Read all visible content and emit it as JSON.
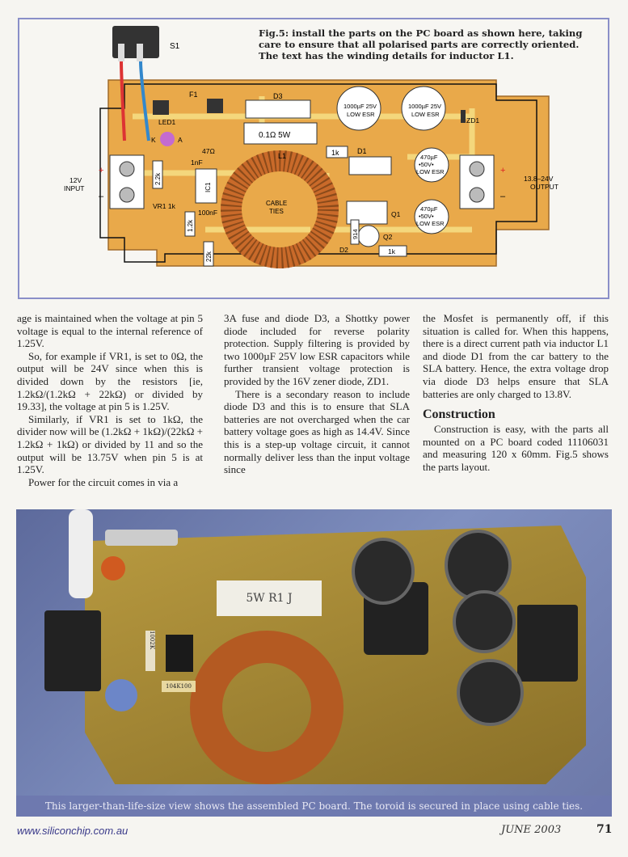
{
  "figure": {
    "caption": [
      "Fig.5: install the parts on the PC board as shown here, taking",
      "care to ensure that all polarised parts are correctly oriented.",
      "The text has the winding details for inductor L1."
    ],
    "labels": {
      "s1": "S1",
      "f1": "F1",
      "d3": "D3",
      "led1": "LED1",
      "k": "K",
      "a": "A",
      "r01": "0.1Ω 5W",
      "r47": "47Ω",
      "c1nf": "1nF",
      "r22k2": "2.2k",
      "ic1": "IC1",
      "l1": "L1",
      "r1k_top": "1k",
      "d1": "D1",
      "c1000": "1000µF 25V",
      "low_esr": "LOW ESR",
      "zd1": "ZD1",
      "c470": "470µF",
      "v50": "•50V•",
      "input_v": "12V",
      "input": "INPUT",
      "output_v": "13.8–24V",
      "output": "OUTPUT",
      "plus": "+",
      "minus": "–",
      "cable": "CABLE",
      "ties": "TIES",
      "vr1": "VR1 1k",
      "r12k": "1.2k",
      "c100n": "100nF",
      "r22k": "22k",
      "q1": "Q1",
      "q2": "Q2",
      "d2": "D2",
      "d914": "914",
      "r1k_bot": "1k"
    }
  },
  "article": {
    "col1": [
      "age is maintained when the voltage at pin 5 voltage is equal to the internal reference of 1.25V.",
      "So, for example if VR1, is set to 0Ω, the output will be 24V since when this is divided down by the resistors [ie, 1.2kΩ/(1.2kΩ + 22kΩ) or divided by 19.33], the voltage at pin 5 is 1.25V.",
      "Similarly, if VR1 is set to 1kΩ, the divider now will be (1.2kΩ + 1kΩ)/(22kΩ + 1.2kΩ + 1kΩ) or divided by 11 and so the output will be 13.75V when pin 5 is at 1.25V.",
      "Power for the circuit comes in via a"
    ],
    "col2": [
      "3A fuse and diode D3, a Shottky power diode included for reverse polarity protection. Supply filtering is provided by two 1000µF 25V low ESR capacitors while further transient voltage protection is provided by the 16V zener diode, ZD1.",
      "There is a secondary reason to include diode D3 and this is to ensure that SLA batteries are not overcharged when the car battery voltage goes as high as 14.4V. Since this is a step-up voltage circuit, it cannot normally deliver less than the input voltage since"
    ],
    "col3": [
      "the Mosfet is permanently off, if this situation is called for. When this happens, there is a direct current path via inductor L1 and diode D1 from the car battery to the SLA battery. Hence, the extra voltage drop via diode D3 helps ensure that SLA batteries are only charged to 13.8V."
    ],
    "heading": "Construction",
    "col3b": [
      "Construction is easy, with the parts all mounted on a PC board coded 11106031 and measuring 120 x 60mm. Fig.5 shows the parts layout."
    ]
  },
  "photo": {
    "caption": "This larger-than-life-size view shows the assembled PC board. The toroid is secured in place using cable ties.",
    "resistor_label": "5W R1 J",
    "cap_label": "104K100",
    "res_label": "1002K"
  },
  "footer": {
    "url": "www.siliconchip.com.au",
    "date": "JUNE 2003",
    "page": "71"
  }
}
